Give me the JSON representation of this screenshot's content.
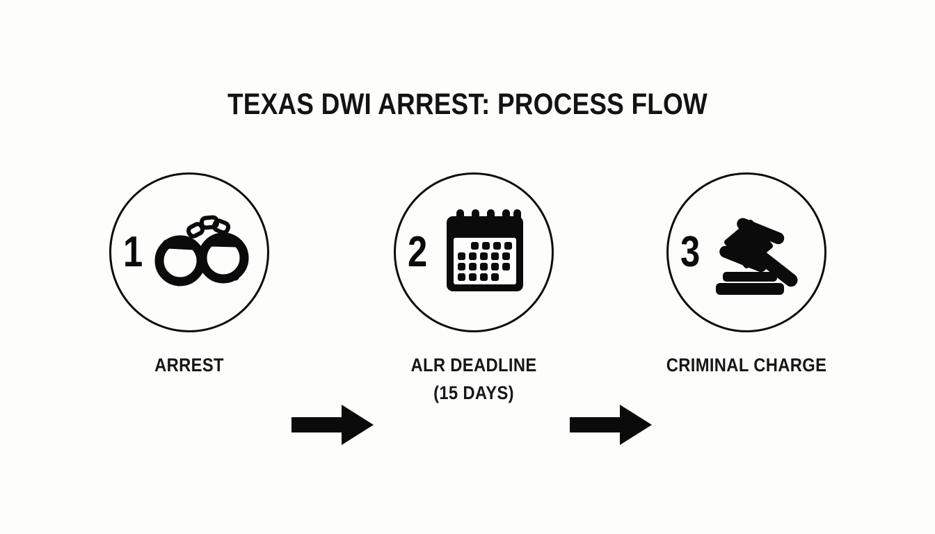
{
  "diagram": {
    "title": "TEXAS DWI ARREST: PROCESS FLOW",
    "background_color": "#fdfdfc",
    "ink_color": "#0b0b0b",
    "steps": [
      {
        "number": "1",
        "icon": "handcuffs-icon",
        "label_line1": "ARREST",
        "label_line2": ""
      },
      {
        "number": "2",
        "icon": "calendar-icon",
        "label_line1": "ALR DEADLINE",
        "label_line2": "(15 DAYS)"
      },
      {
        "number": "3",
        "icon": "gavel-icon",
        "label_line1": "CRIMINAL CHARGE",
        "label_line2": ""
      }
    ],
    "connectors": [
      {
        "name": "arrow-right-icon",
        "from": "1",
        "to": "2"
      },
      {
        "name": "arrow-right-icon",
        "from": "2",
        "to": "3"
      }
    ]
  }
}
